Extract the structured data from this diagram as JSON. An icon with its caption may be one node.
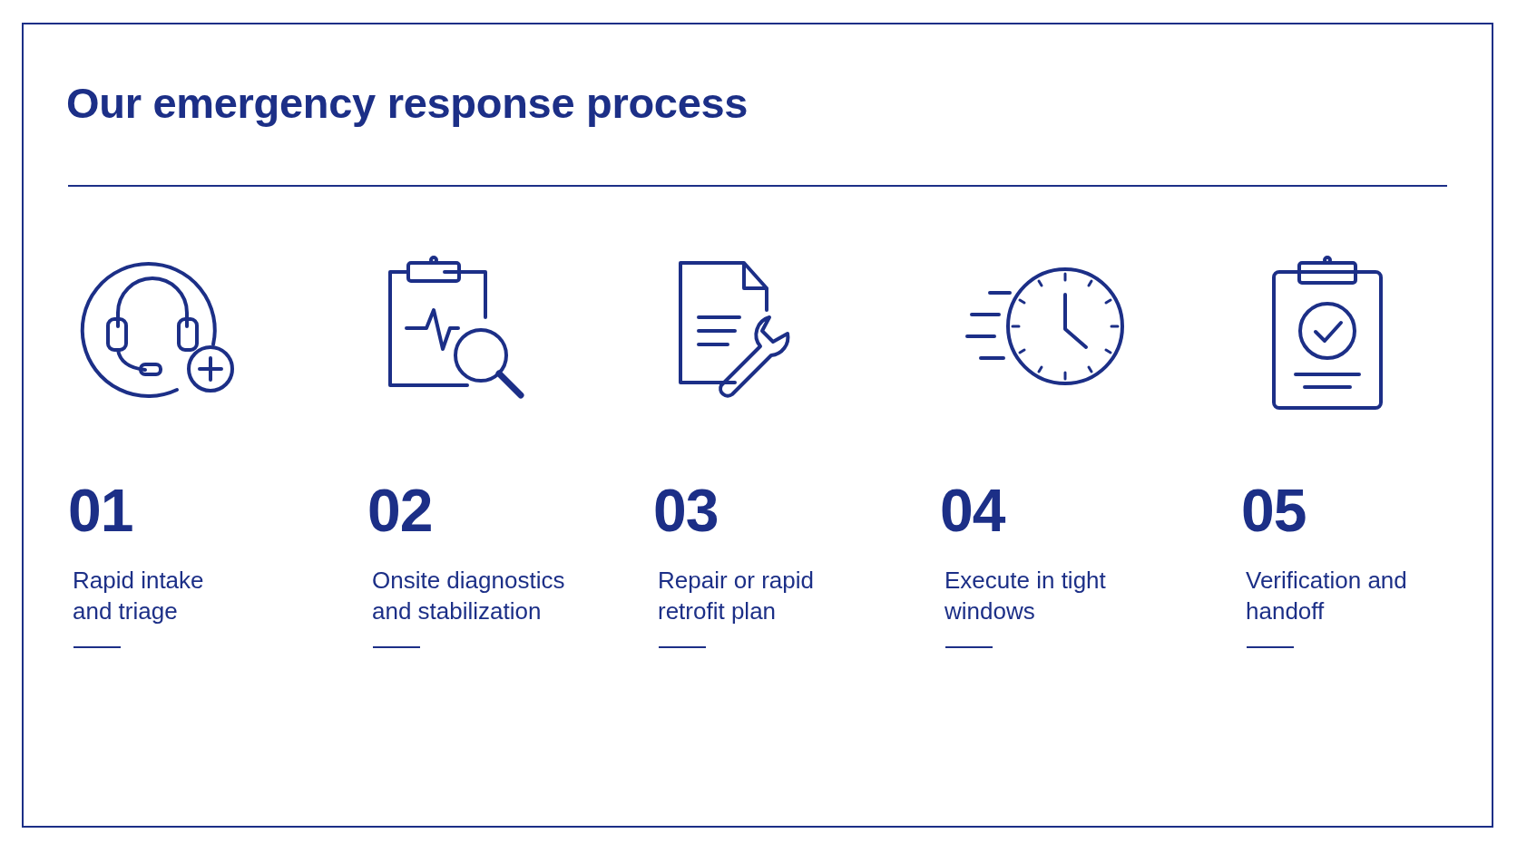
{
  "diagram": {
    "title": "Our emergency response process",
    "labels": [
      "01",
      "Rapid intake and triage",
      "02",
      "Onsite diagnostics and stabilization",
      "03",
      "Repair or rapid retrofit plan",
      "04",
      "Execute in tight windows",
      "05",
      "Verification and handoff"
    ]
  }
}
